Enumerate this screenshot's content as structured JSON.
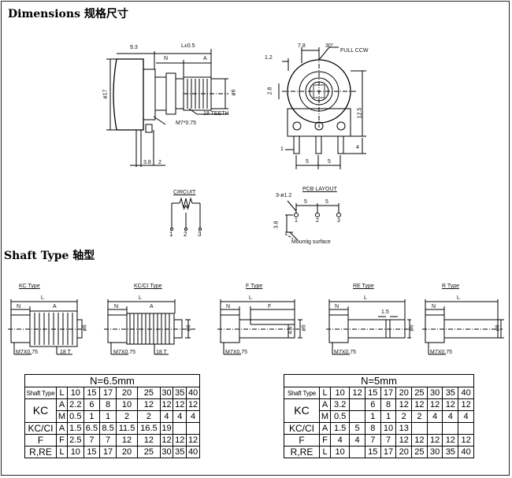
{
  "headings": {
    "dimensions": "Dimensions  规格尺寸",
    "shaft_type": "Shaft Type  轴型"
  },
  "side_view": {
    "dim_9_3": "9.3",
    "dim_L": "L±0.5",
    "dim_N": "N",
    "dim_A": "A",
    "dim_17": "ø17",
    "dim_6": "ø6",
    "teeth": "18 TEETH",
    "thread": "M7*0.75",
    "dim_3_8": "3.8",
    "dim_2": "2"
  },
  "front_view": {
    "dim_7_8": "7.8",
    "angle": "30°",
    "full_ccw": "FULL CCW",
    "dim_1_2": "1.2",
    "dim_2_8": "2.8",
    "dim_12_5": "12.5",
    "dim_1": "1",
    "dim_4": "4",
    "dim_5a": "5",
    "dim_5b": "5"
  },
  "circuit": {
    "title": "CIRCUIT",
    "pins": [
      "1",
      "2",
      "3"
    ]
  },
  "pcb_layout": {
    "title": "PCB LAYOUT",
    "holes": "3-ø1.2",
    "dim_5a": "5",
    "dim_5b": "5",
    "dim_3_8": "3.8",
    "pins": [
      "1",
      "2",
      "3"
    ],
    "surface": "Mountig surface"
  },
  "shaft_types": {
    "kc": {
      "title": "KC Type",
      "L": "L",
      "A": "A",
      "N": "N",
      "thread": "M7X0.75",
      "teeth": "18 T",
      "dia": "ø6"
    },
    "kc_ci": {
      "title": "KC/CI Type",
      "L": "L",
      "A": "A",
      "N": "N",
      "thread": "M7X0.75",
      "teeth": "18 T",
      "dia": "ø6"
    },
    "f": {
      "title": "F Type",
      "L": "L",
      "F": "F",
      "N": "N",
      "thread": "M7X0.75",
      "flat": "4.5",
      "dia": "ø6"
    },
    "re": {
      "title": "RE Type",
      "L": "L",
      "N": "N",
      "dim_1_5": "1.5",
      "thread": "M7X0.75",
      "dia": "ø6"
    },
    "r": {
      "title": "R Type",
      "L": "L",
      "N": "N",
      "thread": "M7X0.75",
      "dia": "ø6"
    }
  },
  "tables": [
    {
      "header": "N=6.5mm",
      "rows": [
        [
          "Shaft Type",
          "L",
          "10",
          "15",
          "17",
          "20",
          "25",
          "30",
          "35",
          "40"
        ],
        [
          "KC",
          "A",
          "2.2",
          "6",
          "8",
          "10",
          "12",
          "12",
          "12",
          "12"
        ],
        [
          "",
          "M",
          "0.5",
          "1",
          "1",
          "2",
          "2",
          "4",
          "4",
          "4"
        ],
        [
          "KC/CI",
          "A",
          "1.5",
          "6.5",
          "8.5",
          "11.5",
          "16.5",
          "19",
          "",
          ""
        ],
        [
          "F",
          "F",
          "2.5",
          "7",
          "7",
          "12",
          "12",
          "12",
          "12",
          "12"
        ],
        [
          "R,RE",
          "L",
          "10",
          "15",
          "17",
          "20",
          "25",
          "30",
          "35",
          "40"
        ]
      ]
    },
    {
      "header": "N=5mm",
      "rows": [
        [
          "Shaft Type",
          "L",
          "10",
          "12",
          "15",
          "17",
          "20",
          "25",
          "30",
          "35",
          "40"
        ],
        [
          "KC",
          "A",
          "3.2",
          "",
          "6",
          "8",
          "12",
          "12",
          "12",
          "12",
          "12"
        ],
        [
          "",
          "M",
          "0.5",
          "",
          "1",
          "1",
          "2",
          "2",
          "4",
          "4",
          "4"
        ],
        [
          "KC/CI",
          "A",
          "1.5",
          "5",
          "8",
          "10",
          "13",
          "",
          "",
          "",
          ""
        ],
        [
          "F",
          "F",
          "4",
          "4",
          "7",
          "7",
          "12",
          "12",
          "12",
          "12",
          "12"
        ],
        [
          "R,RE",
          "L",
          "10",
          "",
          "15",
          "17",
          "20",
          "25",
          "30",
          "35",
          "40"
        ]
      ]
    }
  ]
}
